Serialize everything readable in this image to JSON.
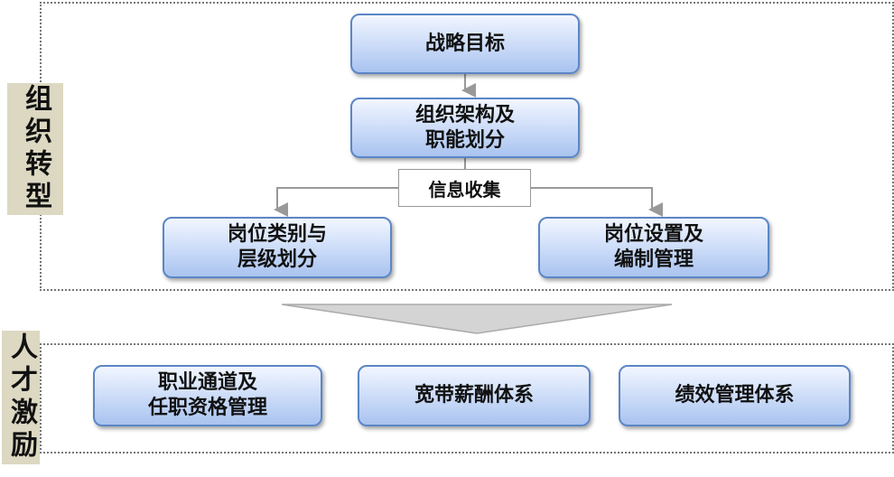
{
  "sections": {
    "org": {
      "label": "组织转型",
      "chars": [
        "组",
        "织",
        "转",
        "型"
      ]
    },
    "talent": {
      "label": "人才激励",
      "chars": [
        "人",
        "才",
        "激",
        "励"
      ]
    }
  },
  "nodes": {
    "strategy": "战略目标",
    "structure": [
      "组织架构及",
      "职能划分"
    ],
    "info": "信息收集",
    "category": [
      "岗位类别与",
      "层级划分"
    ],
    "setting": [
      "岗位设置及",
      "编制管理"
    ],
    "career": [
      "职业通道及",
      "任职资格管理"
    ],
    "pay": "宽带薪酬体系",
    "performance": "绩效管理体系"
  }
}
